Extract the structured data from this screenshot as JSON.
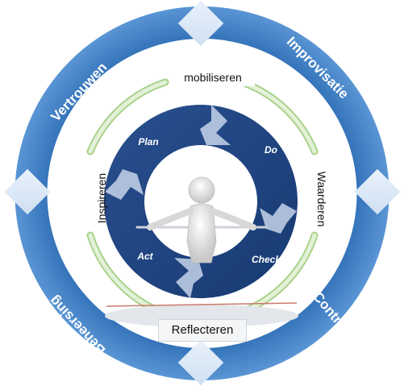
{
  "outer_ring": {
    "labels": [
      "Vertrouwen",
      "Improvisatie",
      "Controle",
      "Beheersing"
    ],
    "color": "#3f7fc4"
  },
  "middle_ring": {
    "top": "mobiliseren",
    "right": "Waarderen",
    "bottom": "Reflecteren",
    "left": "Inspireren",
    "arc_color": "#b9dca0"
  },
  "cycle": {
    "labels": [
      "Plan",
      "Do",
      "Check",
      "Act"
    ],
    "color": "#1f3f7a"
  }
}
